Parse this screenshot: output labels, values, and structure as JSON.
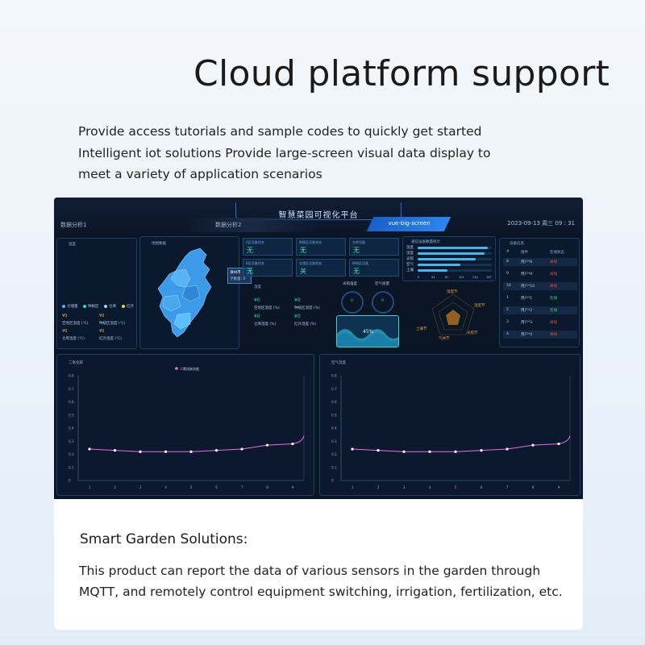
{
  "hero": {
    "title": "Cloud platform support",
    "desc_lines": [
      "Provide access tutorials and sample codes to quickly get started",
      "Intelligent iot solutions Provide large-screen visual data display to",
      "meet a variety of application scenarios"
    ]
  },
  "dashboard": {
    "title": "智慧菜园可视化平台",
    "tabs": [
      "数据分析1",
      "数据分析2",
      "vue-big-screen"
    ],
    "datetime": "2023-09-13 周三 09 : 31",
    "left_panel": {
      "label": "温度",
      "legend": [
        "仓储量",
        "种植区",
        "仓库",
        "红外"
      ],
      "values": [
        "¥0",
        "¥0",
        "¥0",
        "¥0"
      ],
      "sublabels": [
        "空地区温度 (℃)",
        "种植区温度 (℃)",
        "仓库温度 (℃)",
        "红外温度 (℃)"
      ]
    },
    "map_panel": {
      "label": "地图数据",
      "tooltip": [
        "漳州市",
        "子数量: 0"
      ]
    },
    "cards": [
      {
        "label": "A区设备状态",
        "value": "无"
      },
      {
        "label": "种植区设备状态",
        "value": "无"
      },
      {
        "label": "仓库设备",
        "value": "无"
      },
      {
        "label": "B区设备状态",
        "value": "无"
      },
      {
        "label": "仓储区设备状态",
        "value": "关"
      },
      {
        "label": "种植区设备",
        "value": "无"
      }
    ],
    "humidity_panel": {
      "label": "湿度",
      "values": [
        "¥0",
        "¥0",
        "¥0",
        "¥0"
      ],
      "sublabels": [
        "空地区湿度 (%)",
        "种植区湿度 (%)",
        "仓库湿度 (%)",
        "红外湿度 (%)"
      ]
    },
    "gauges": {
      "labels": [
        "光照强度",
        "空气质量"
      ],
      "values": [
        "0",
        "0"
      ],
      "wave": "45%"
    },
    "bars_panel": {
      "label": "通信设备数量统计",
      "rows": [
        {
          "name": "温度",
          "fill": 0.95
        },
        {
          "name": "湿度",
          "fill": 0.9
        },
        {
          "name": "光照",
          "fill": 0.78
        },
        {
          "name": "空气",
          "fill": 0.58
        },
        {
          "name": "土壤",
          "fill": 0.4
        }
      ],
      "ticks": [
        "0",
        "34",
        "67",
        "101",
        "134",
        "167"
      ]
    },
    "radar_labels": [
      "温度节",
      "湿度节",
      "光照节",
      "气体节",
      "土壤节"
    ],
    "table": {
      "label": "设备信息",
      "headers": [
        "#",
        "组件",
        "在线状态"
      ],
      "rows": [
        {
          "id": "8",
          "name": "用户*8",
          "status": "离线",
          "on": false
        },
        {
          "id": "9",
          "name": "用户*9",
          "status": "离线",
          "on": false
        },
        {
          "id": "10",
          "name": "用户*10",
          "status": "离线",
          "on": false
        },
        {
          "id": "1",
          "name": "用户*1",
          "status": "在线",
          "on": true
        },
        {
          "id": "2",
          "name": "用户*2",
          "status": "在线",
          "on": true
        },
        {
          "id": "3",
          "name": "用户*3",
          "status": "离线",
          "on": false
        },
        {
          "id": "4",
          "name": "用户*4",
          "status": "离线",
          "on": false
        }
      ]
    }
  },
  "chart_data": [
    {
      "type": "line",
      "title": "二氧化碳",
      "series_name": "二氧化碳浓度",
      "x": [
        1,
        2,
        3,
        4,
        5,
        6,
        7,
        8,
        9
      ],
      "values": [
        0.24,
        0.23,
        0.22,
        0.22,
        0.22,
        0.23,
        0.24,
        0.27,
        0.28
      ],
      "ylim": [
        0,
        0.8
      ],
      "yticks": [
        "0.8",
        "0.7",
        "0.6",
        "0.5",
        "0.4",
        "0.3",
        "0.2",
        "0.1",
        "0"
      ]
    },
    {
      "type": "line",
      "title": "空气湿度",
      "x": [
        1,
        2,
        3,
        4,
        5,
        6,
        7,
        8,
        9
      ],
      "values": [
        0.24,
        0.23,
        0.22,
        0.22,
        0.22,
        0.23,
        0.24,
        0.27,
        0.28
      ],
      "ylim": [
        0,
        0.8
      ],
      "yticks": [
        "0.8",
        "0.7",
        "0.6",
        "0.5",
        "0.4",
        "0.3",
        "0.2",
        "0.1",
        "0"
      ]
    }
  ],
  "info": {
    "title": "Smart Garden Solutions:",
    "body_lines": [
      "This product can report the data of various sensors in the garden through",
      "MQTT, and remotely control equipment switching, irrigation, fertilization, etc."
    ]
  },
  "colors": {
    "accent": "#2e86f0",
    "line": "#e86fe0",
    "online": "#3fd68a",
    "offline": "#e04c4c"
  }
}
